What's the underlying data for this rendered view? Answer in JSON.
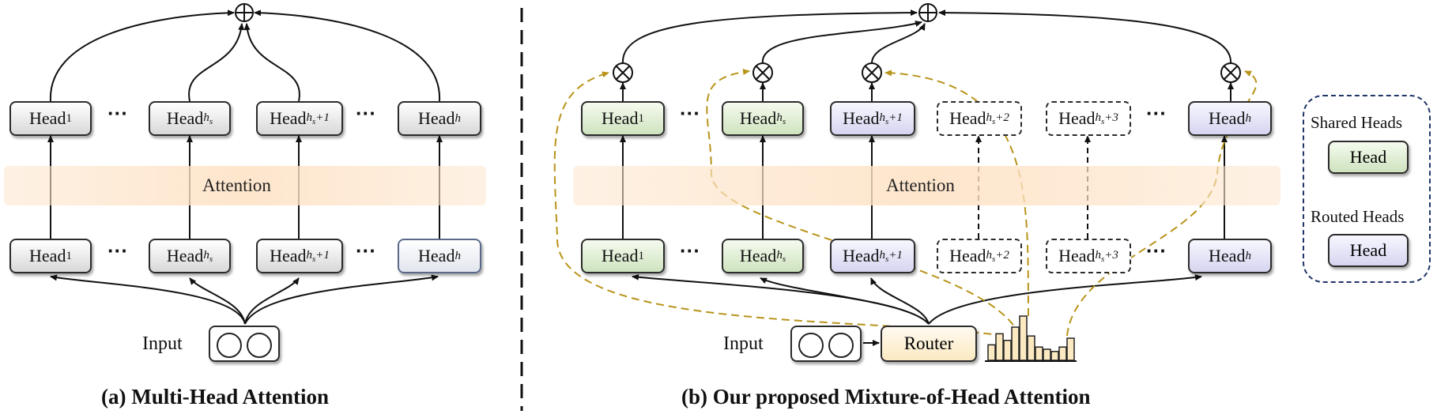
{
  "left_panel": {
    "caption": "(a) Multi-Head Attention",
    "attention_label": "Attention",
    "input_label": "Input",
    "ellipsis": "···",
    "top_heads": [
      {
        "base": "Head",
        "sub": "1"
      },
      {
        "base": "Head",
        "sub": "hs"
      },
      {
        "base": "Head",
        "sub": "hs+1"
      },
      {
        "base": "Head",
        "sub": "h"
      }
    ],
    "bottom_heads": [
      {
        "base": "Head",
        "sub": "1"
      },
      {
        "base": "Head",
        "sub": "hs"
      },
      {
        "base": "Head",
        "sub": "hs+1"
      },
      {
        "base": "Head",
        "sub": "h"
      }
    ]
  },
  "right_panel": {
    "caption": "(b) Our proposed Mixture-of-Head Attention",
    "attention_label": "Attention",
    "input_label": "Input",
    "router_label": "Router",
    "ellipsis": "···",
    "heads": [
      {
        "base": "Head",
        "sub": "1",
        "kind": "shared"
      },
      {
        "base": "Head",
        "sub": "hs",
        "kind": "shared"
      },
      {
        "base": "Head",
        "sub": "hs+1",
        "kind": "routed"
      },
      {
        "base": "Head",
        "sub": "hs+2",
        "kind": "inactive"
      },
      {
        "base": "Head",
        "sub": "hs+3",
        "kind": "inactive"
      },
      {
        "base": "Head",
        "sub": "h",
        "kind": "routed"
      }
    ],
    "router_bar_levels": [
      0.35,
      0.6,
      0.45,
      0.75,
      1.0,
      0.55,
      0.3,
      0.25,
      0.2,
      0.3,
      0.5
    ]
  },
  "legend": {
    "shared_title": "Shared Heads",
    "shared_head": "Head",
    "routed_title": "Routed Heads",
    "routed_head": "Head"
  },
  "colors": {
    "shared_fill": "#d3e6c4",
    "routed_fill": "#d8d7f2",
    "router_fill": "#fbe9c2",
    "attention_band": "#fde3c8",
    "gating_arrow": "#b8941a",
    "legend_border": "#1f3566"
  }
}
